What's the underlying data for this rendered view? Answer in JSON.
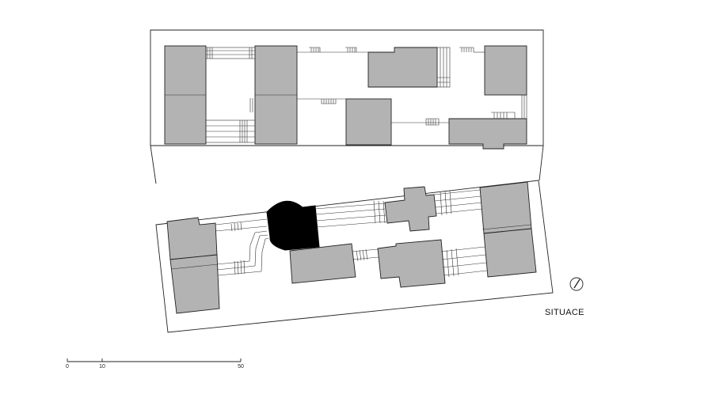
{
  "title": "SITUACE",
  "scale_bar": {
    "ticks": [
      "0",
      "10",
      "50"
    ],
    "tick_values": [
      0,
      10,
      50
    ]
  },
  "colors": {
    "building": "#b3b3b3",
    "new_building": "#000000",
    "line": "#222222"
  },
  "icons": {
    "north": "north-arrow-icon"
  }
}
